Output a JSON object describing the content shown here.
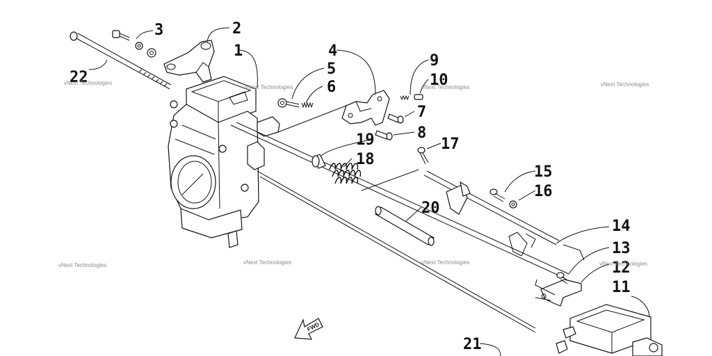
{
  "labels": [
    "1",
    "2",
    "3",
    "4",
    "5",
    "6",
    "7",
    "8",
    "9",
    "10",
    "11",
    "12",
    "13",
    "14",
    "15",
    "16",
    "17",
    "18",
    "19",
    "20",
    "21",
    "22"
  ],
  "watermark": "vNext Technologies",
  "fwd_label": "FWD",
  "colors": {
    "ink": "#111111",
    "watermark": "#8a8a8a",
    "background": "#ffffff"
  }
}
